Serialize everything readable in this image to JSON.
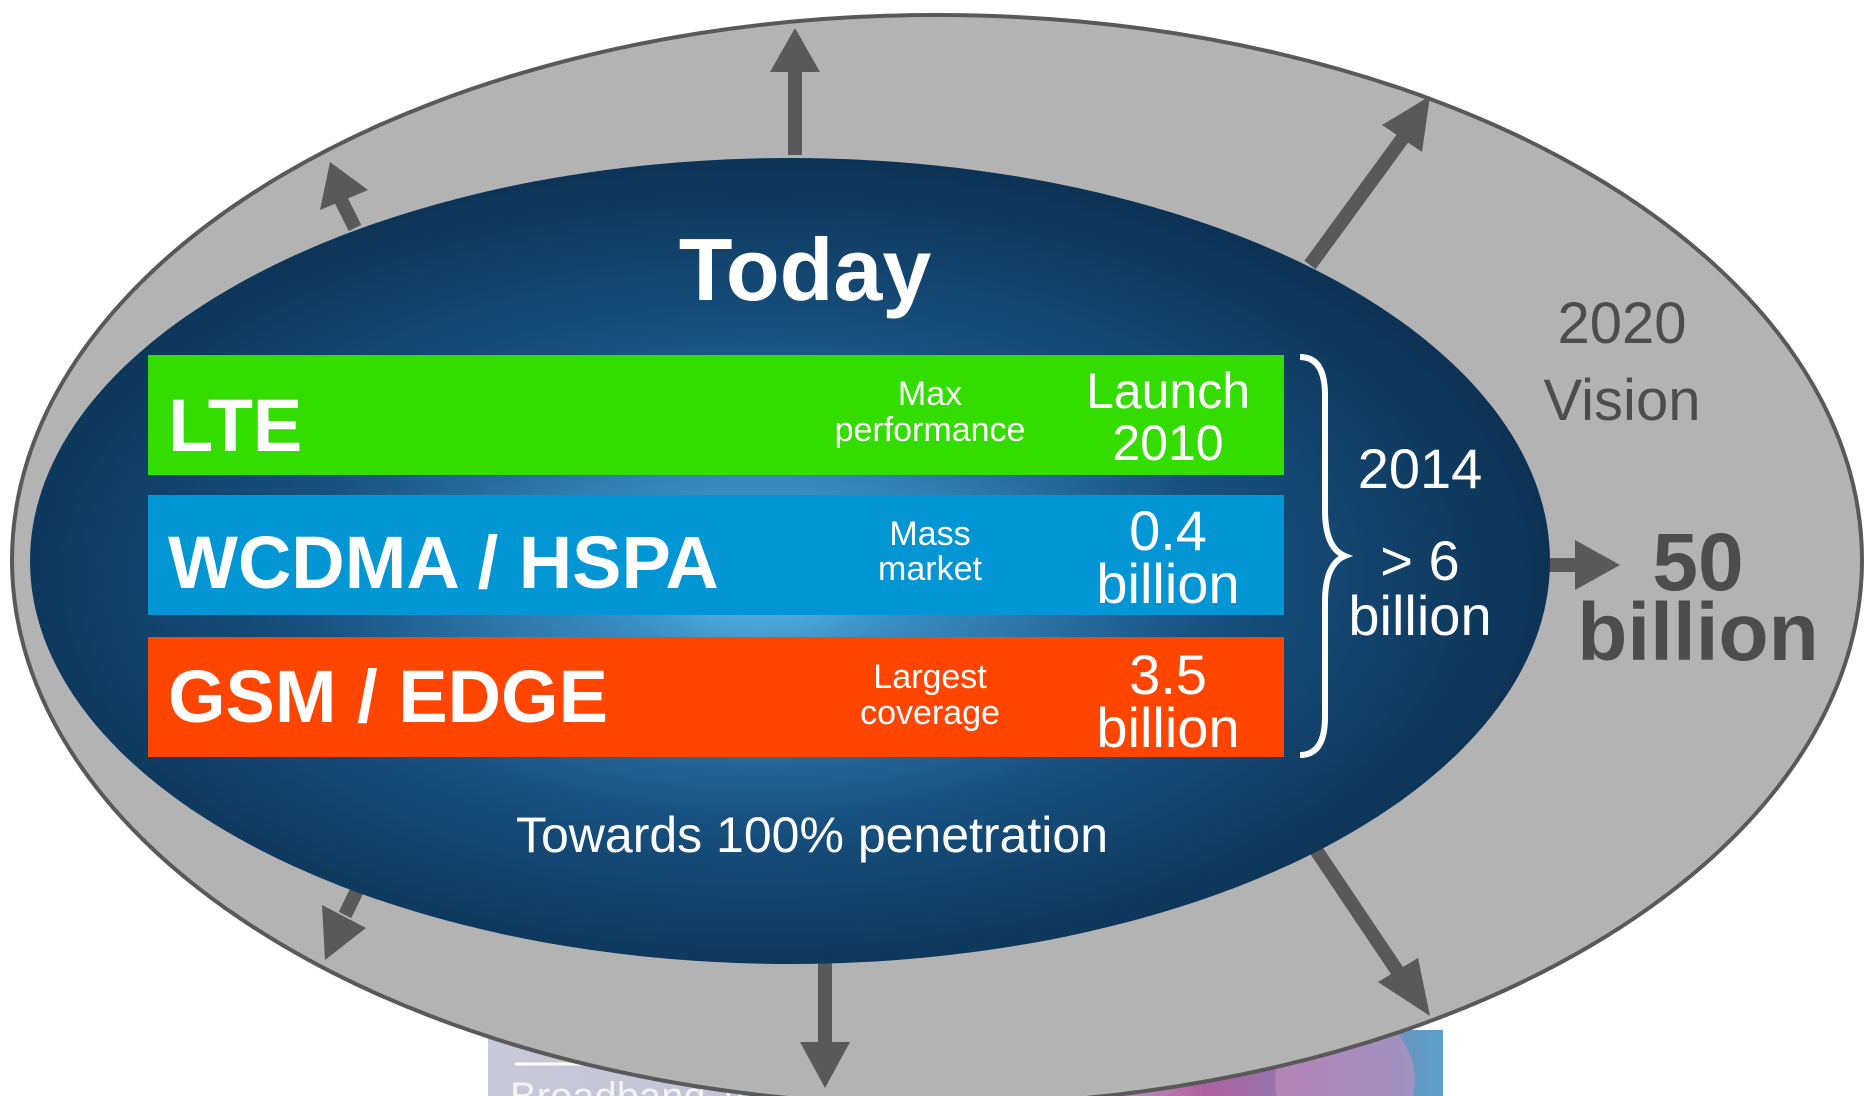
{
  "title": "Today",
  "technologies": [
    {
      "name": "LTE",
      "desc_line1": "Max",
      "desc_line2": "performance",
      "stat_line1": "Launch",
      "stat_line2": "2010",
      "color": "#33dd00"
    },
    {
      "name": "WCDMA / HSPA",
      "desc_line1": "Mass",
      "desc_line2": "market",
      "stat_line1": "0.4",
      "stat_line2": "billion",
      "color": "#0296d4"
    },
    {
      "name": "GSM / EDGE",
      "desc_line1": "Largest",
      "desc_line2": "coverage",
      "stat_line1": "3.5",
      "stat_line2": "billion",
      "color": "#ff4500"
    }
  ],
  "total": {
    "year": "2014",
    "value_line1": "> 6",
    "value_line2": "billion"
  },
  "vision": {
    "line1": "2020",
    "line2": "Vision",
    "value_line1": "50",
    "value_line2": "billion"
  },
  "footer_text": "Towards 100% penetration",
  "bottom_banner_text": "Broadband Technology Event",
  "colors": {
    "outer_ellipse": "#b3b3b3",
    "inner_dark": "#0d3557",
    "inner_light": "#55b4e4",
    "arrows": "#595959"
  }
}
